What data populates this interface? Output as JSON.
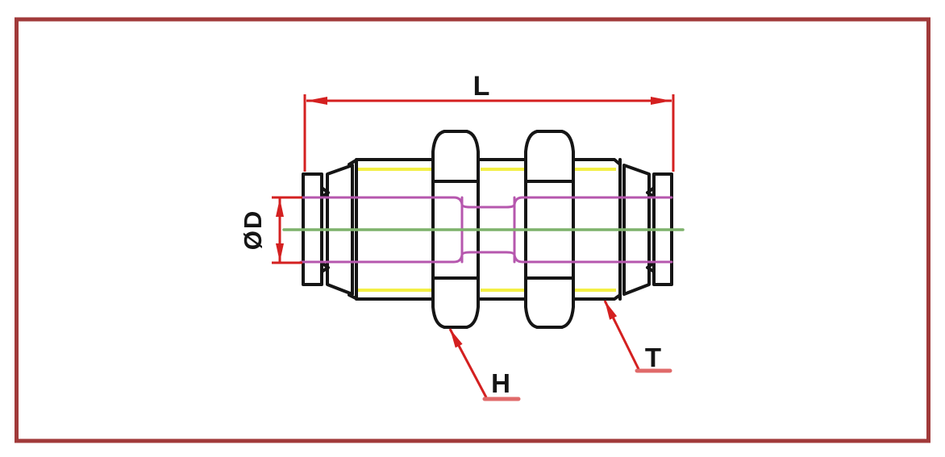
{
  "figure": {
    "type": "technical-drawing",
    "subject": "push-in bulkhead union fitting, side section view",
    "labels": {
      "length": "L",
      "tube_diameter": "ØD",
      "hex": "H",
      "thread": "T"
    },
    "colors": {
      "frame_border": "#a13a3a",
      "dimension_red": "#d42020",
      "underline_red": "#e06a6a",
      "outline_black": "#151515",
      "seal_yellow": "#f3ef45",
      "tube_magenta": "#b657ae",
      "centerline_green": "#7db26b",
      "background": "#ffffff"
    }
  }
}
